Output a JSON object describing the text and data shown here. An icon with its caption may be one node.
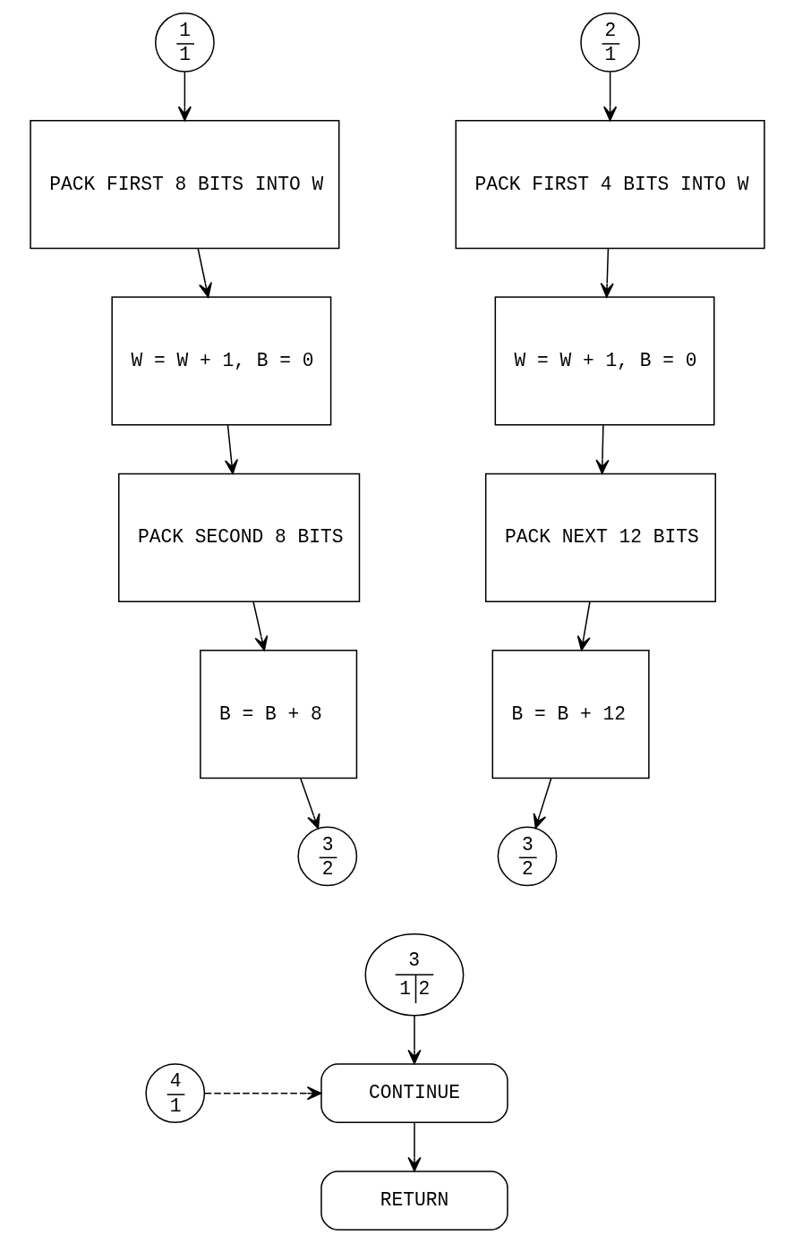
{
  "diagram": {
    "nodes": [
      {
        "text": [
          "1",
          "1"
        ]
      },
      {
        "text": [
          "PACK FIRST 8 BITS INTO W"
        ]
      },
      {
        "text": [
          "W = W + 1, B = 0"
        ]
      },
      {
        "text": [
          "PACK SECOND 8 BITS"
        ]
      },
      {
        "text": [
          "B = B + 8"
        ]
      },
      {
        "text": [
          "3",
          "2"
        ]
      },
      {
        "text": [
          "2",
          "1"
        ]
      },
      {
        "text": [
          "PACK FIRST 4 BITS INTO W"
        ]
      },
      {
        "text": [
          "W = W + 1, B = 0"
        ]
      },
      {
        "text": [
          "PACK NEXT 12 BITS"
        ]
      },
      {
        "text": [
          "B = B + 12"
        ]
      },
      {
        "text": [
          "3",
          "2"
        ]
      },
      {
        "text": [
          "3",
          "1",
          "2"
        ]
      },
      {
        "text": [
          "4",
          "1"
        ]
      },
      {
        "text": [
          "CONTINUE"
        ]
      },
      {
        "text": [
          "RETURN"
        ]
      }
    ],
    "edges": [
      {
        "from": 0,
        "to": 1,
        "arrow": "to"
      },
      {
        "from": 1,
        "to": 2,
        "arrow": "to"
      },
      {
        "from": 2,
        "to": 3,
        "arrow": "to"
      },
      {
        "from": 3,
        "to": 4,
        "arrow": "to"
      },
      {
        "from": 4,
        "to": 5,
        "arrow": "to"
      },
      {
        "from": 6,
        "to": 7,
        "arrow": "to"
      },
      {
        "from": 7,
        "to": 8,
        "arrow": "to"
      },
      {
        "from": 8,
        "to": 9,
        "arrow": "to"
      },
      {
        "from": 9,
        "to": 10,
        "arrow": "to"
      },
      {
        "from": 10,
        "to": 11,
        "arrow": "to"
      },
      {
        "from": 12,
        "to": 14,
        "arrow": "to"
      },
      {
        "from": 13,
        "to": 14,
        "arrow": "to",
        "style": "dashed"
      },
      {
        "from": 14,
        "to": 15,
        "arrow": "to"
      }
    ]
  }
}
